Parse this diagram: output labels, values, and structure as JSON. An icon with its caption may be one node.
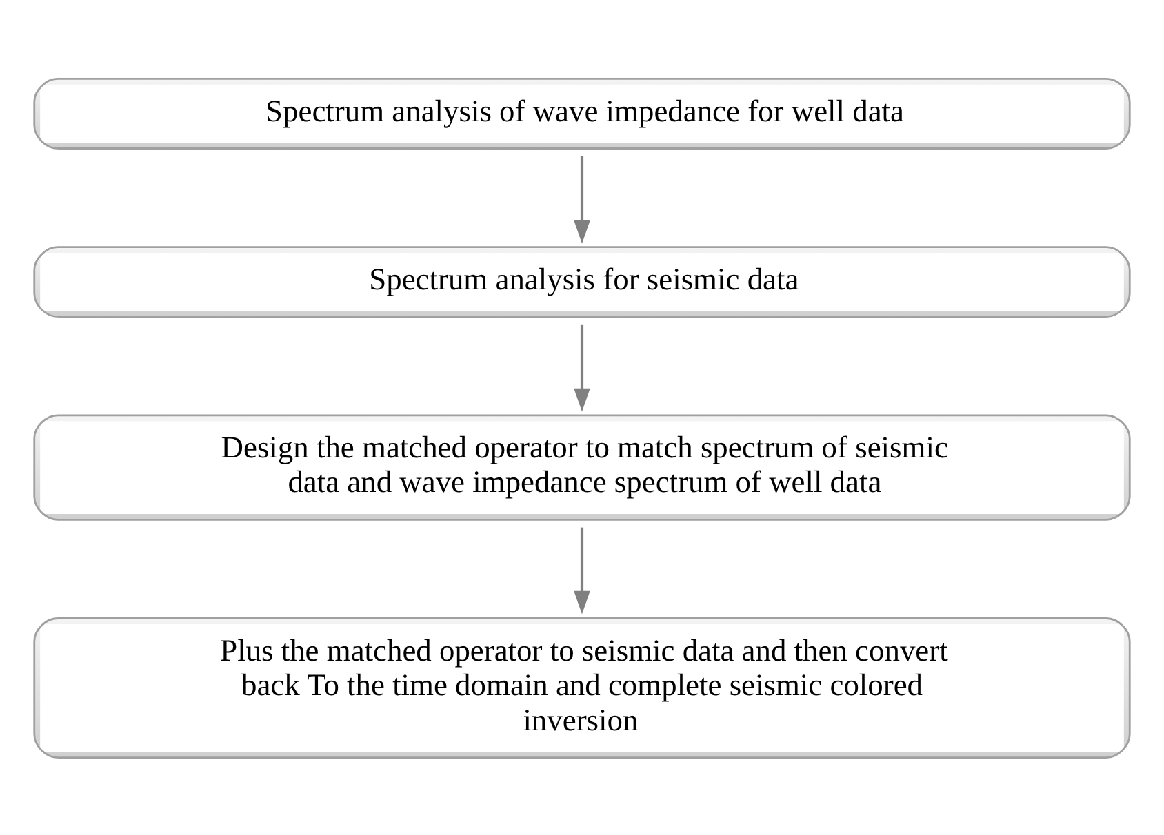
{
  "diagram": {
    "nodes": [
      {
        "text": [
          "Spectrum analysis of wave impedance for well data"
        ]
      },
      {
        "text": [
          "Spectrum analysis for seismic data"
        ]
      },
      {
        "text": [
          "Design the matched operator to match spectrum of seismic data and wave impedance spectrum of well data"
        ]
      },
      {
        "text": [
          "Plus the matched operator to seismic data and then convert back To the time domain and complete seismic colored inversion"
        ]
      }
    ],
    "edges": [
      {
        "from": 0,
        "to": 1,
        "arrow": "to"
      },
      {
        "from": 1,
        "to": 2,
        "arrow": "to"
      },
      {
        "from": 2,
        "to": 3,
        "arrow": "to"
      }
    ]
  }
}
